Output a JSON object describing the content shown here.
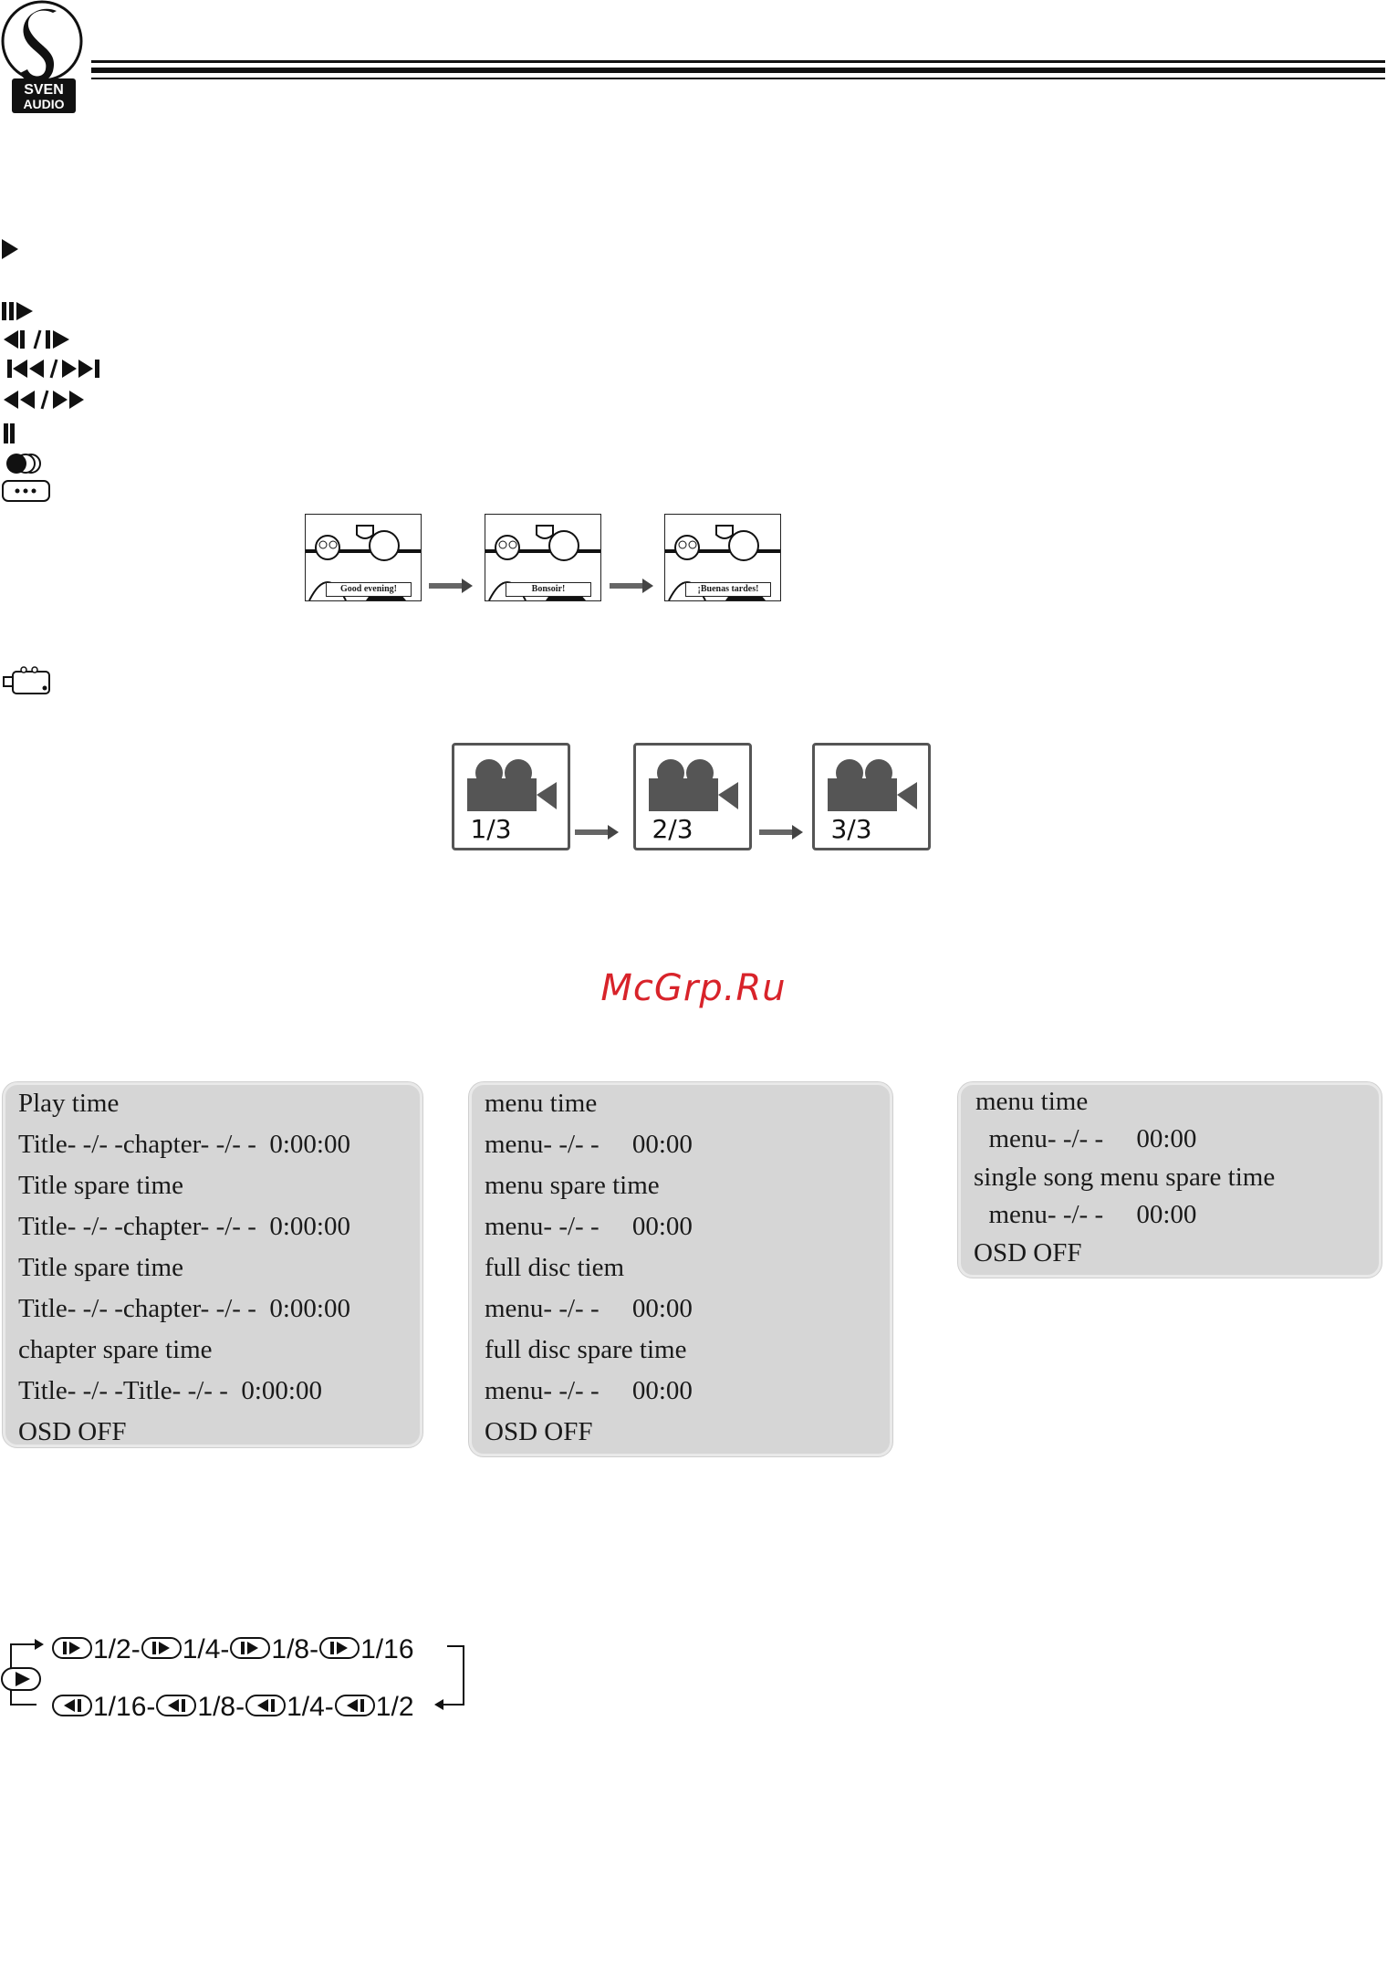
{
  "header": {
    "brand_line1": "SVEN",
    "brand_line2": "AUDIO"
  },
  "icons": [
    "play-icon",
    "step-forward-icon",
    "frame-back-forward-icon",
    "skip-prev-next-icon",
    "rewind-fast-forward-icon",
    "pause-icon",
    "repeat-icon",
    "subtitle-button-icon",
    "angle-button-icon"
  ],
  "subtitle_frames": [
    "Good  evening!",
    "Bonsoir!",
    "¡Buenas  tardes!"
  ],
  "angle_frames": [
    "1/3",
    "2/3",
    "3/3"
  ],
  "watermark": "McGrp.Ru",
  "panels": [
    {
      "lines": [
        "Play time",
        "Title- -/- -chapter- -/- -  0:00:00",
        "Title spare time",
        "Title- -/- -chapter- -/- -  0:00:00",
        "Title spare time",
        "Title- -/- -chapter- -/- -  0:00:00",
        "chapter spare time",
        "Title- -/- -Title- -/- -  0:00:00",
        "OSD OFF"
      ]
    },
    {
      "lines": [
        "menu time",
        "menu- -/- -     00:00",
        "menu spare time",
        "menu- -/- -     00:00",
        "full disc tiem",
        "menu- -/- -     00:00",
        "full disc spare time",
        "menu- -/- -     00:00",
        "OSD OFF"
      ]
    },
    {
      "lines": [
        "menu time",
        "  menu- -/- -     00:00",
        "single song menu spare time",
        "  menu- -/- -     00:00",
        "OSD OFF"
      ]
    }
  ],
  "slow_motion": {
    "forward": [
      "1/2-",
      "1/4-",
      "1/8-",
      "1/16"
    ],
    "reverse": [
      "1/16-",
      "1/8-",
      "1/4-",
      "1/2"
    ]
  }
}
